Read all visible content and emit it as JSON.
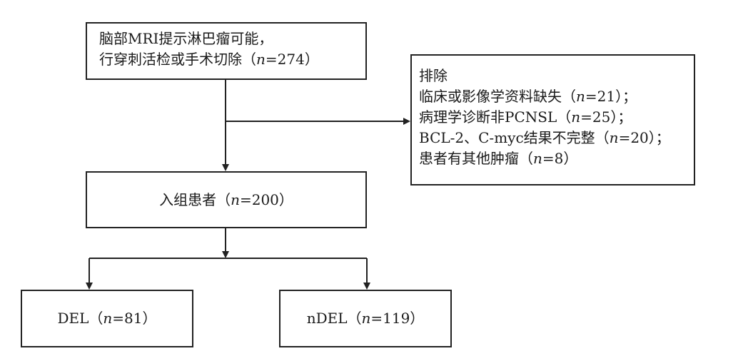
{
  "screening": {
    "line1": "脑部MRI提示淋巴瘤可能，",
    "line2_prefix": "行穿刺活检或手术切除（",
    "line2_n": "n",
    "line2_suffix": "=274）"
  },
  "exclusion": {
    "title": "排除",
    "items": [
      {
        "prefix": "临床或影像学资料缺失（",
        "n": "n",
        "suffix": "=21）；"
      },
      {
        "prefix": "病理学诊断非PCNSL（",
        "n": "n",
        "suffix": "=25）；"
      },
      {
        "prefix": "BCL-2、C-myc结果不完整（",
        "n": "n",
        "suffix": "=20）；"
      },
      {
        "prefix": "患者有其他肿瘤（",
        "n": "n",
        "suffix": "=8）"
      }
    ]
  },
  "enrolled": {
    "prefix": "入组患者（",
    "n": "n",
    "suffix": "=200）"
  },
  "groups": [
    {
      "prefix": "DEL（",
      "n": "n",
      "suffix": "=81）"
    },
    {
      "prefix": "nDEL（",
      "n": "n",
      "suffix": "=119）"
    }
  ]
}
